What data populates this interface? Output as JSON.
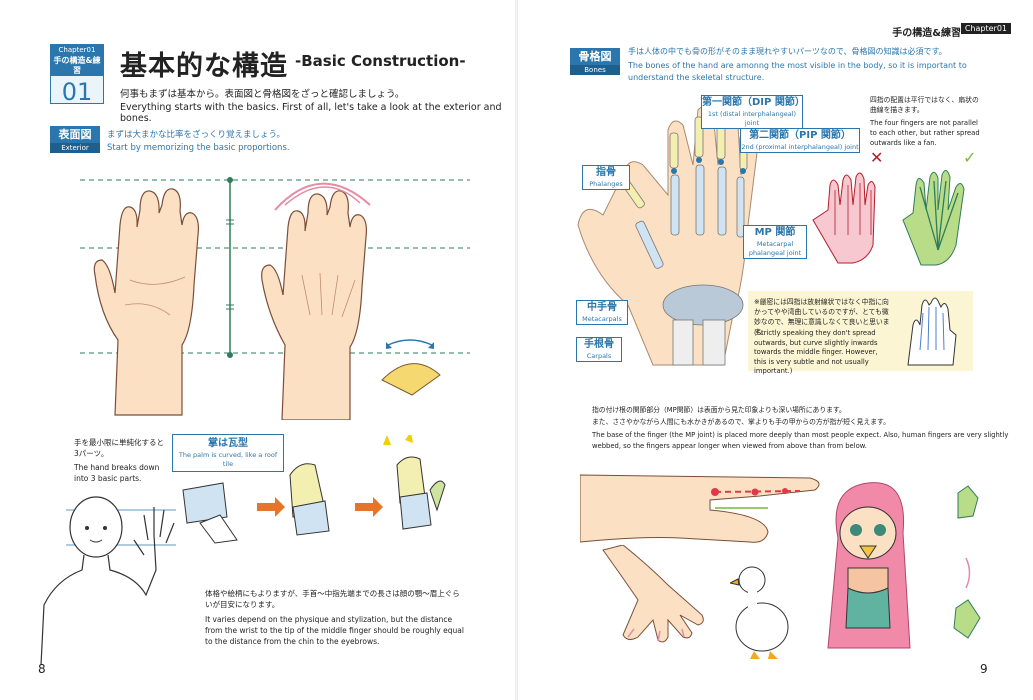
{
  "left": {
    "chapter_label": "Chapter01",
    "chapter_title": "手の構造&練習",
    "chapter_number": "01",
    "title_jp": "基本的な構造",
    "title_en": "-Basic Construction-",
    "lead_jp": "何事もまずは基本から。表面図と骨格図をざっと確認しましょう。",
    "lead_en": "Everything starts with the basics. First of all, let's take a look at the exterior and bones.",
    "exterior": {
      "tag_jp": "表面図",
      "tag_en": "Exterior",
      "text_jp": "まずは大まかな比率をざっくり覚えましょう。",
      "text_en": "Start by memorizing the basic proportions."
    },
    "parts": {
      "text_jp": "手を最小限に単純化すると3パーツ。",
      "text_en": "The hand breaks down into 3 basic parts."
    },
    "palm_callout": {
      "jp": "掌は瓦型",
      "en": "The palm is curved, like a roof tile"
    },
    "ratio": {
      "text_jp": "体格や絵柄にもよりますが、手首～中指先端までの長さは顔の顎～眉上ぐらいが目安になります。",
      "text_en": "It varies depend on the physique and stylization, but the distance from the wrist to the tip of the middle finger should be roughly equal to the distance from the chin to the eyebrows."
    },
    "page_number": "8"
  },
  "right": {
    "running_head": "手の構造&練習",
    "running_tag": "Chapter01",
    "bones": {
      "tag_jp": "骨格図",
      "tag_en": "Bones",
      "text_jp": "手は人体の中でも骨の形がそのまま現れやすいパーツなので、骨格図の知識は必須です。",
      "text_en": "The bones of the hand are amonng the most visible in the body, so it is important to understand the skeletal structure."
    },
    "labels": {
      "dip_jp": "第一関節（DIP 関節）",
      "dip_en": "1st (distal interphalangeal) joint",
      "pip_jp": "第二関節（PIP 関節）",
      "pip_en": "2nd (proximal interphalangeal) joint",
      "phalanges_jp": "指骨",
      "phalanges_en": "Phalanges",
      "mp_jp": "MP 関節",
      "mp_en": "Metacarpal phalangeal joint",
      "metacarpals_jp": "中手骨",
      "metacarpals_en": "Metacarpals",
      "carpals_jp": "手根骨",
      "carpals_en": "Carpals"
    },
    "parallel_note": {
      "jp": "四指の配置は平行ではなく、扇状の曲線を描きます。",
      "en": "The four fingers are not parallel to each other, but rather spread outwards like a fan.",
      "wrong_mark": "✕",
      "right_mark": "✓"
    },
    "strict_note": {
      "jp": "※厳密には四指は放射線状ではなく中指に向かってやや湾曲しているのですが、とても微妙なので、無理に意識しなくて良いと思います。",
      "en": "(Strictly speaking they don't spread outwards, but curve slightly inwards towards the middle finger. However, this is very subtle and not usually important.)"
    },
    "mp_note": {
      "jp1": "指の付け根の関節部分（MP関節）は表面から見た印象よりも深い場所にあります。",
      "jp2": "また、ささやかながら人間にも水かきがあるので、掌よりも手の甲からの方が指が短く見えます。",
      "en": "The base of the finger (the MP joint) is placed more deeply than most people expect. Also, human fingers are very slightly webbed, so the fingers appear longer when viewed from above than from below."
    },
    "page_number": "9"
  },
  "colors": {
    "accent_blue": "#2b77ad",
    "skin": "#fbe0c4",
    "bone_yellow": "#f3efb0",
    "bone_blue": "#cfe3f2",
    "note_yellow": "#fbf5d3",
    "green_guide": "#2f7d5b",
    "pink_arc": "#e68aa5",
    "arrow_orange": "#e8742a"
  }
}
